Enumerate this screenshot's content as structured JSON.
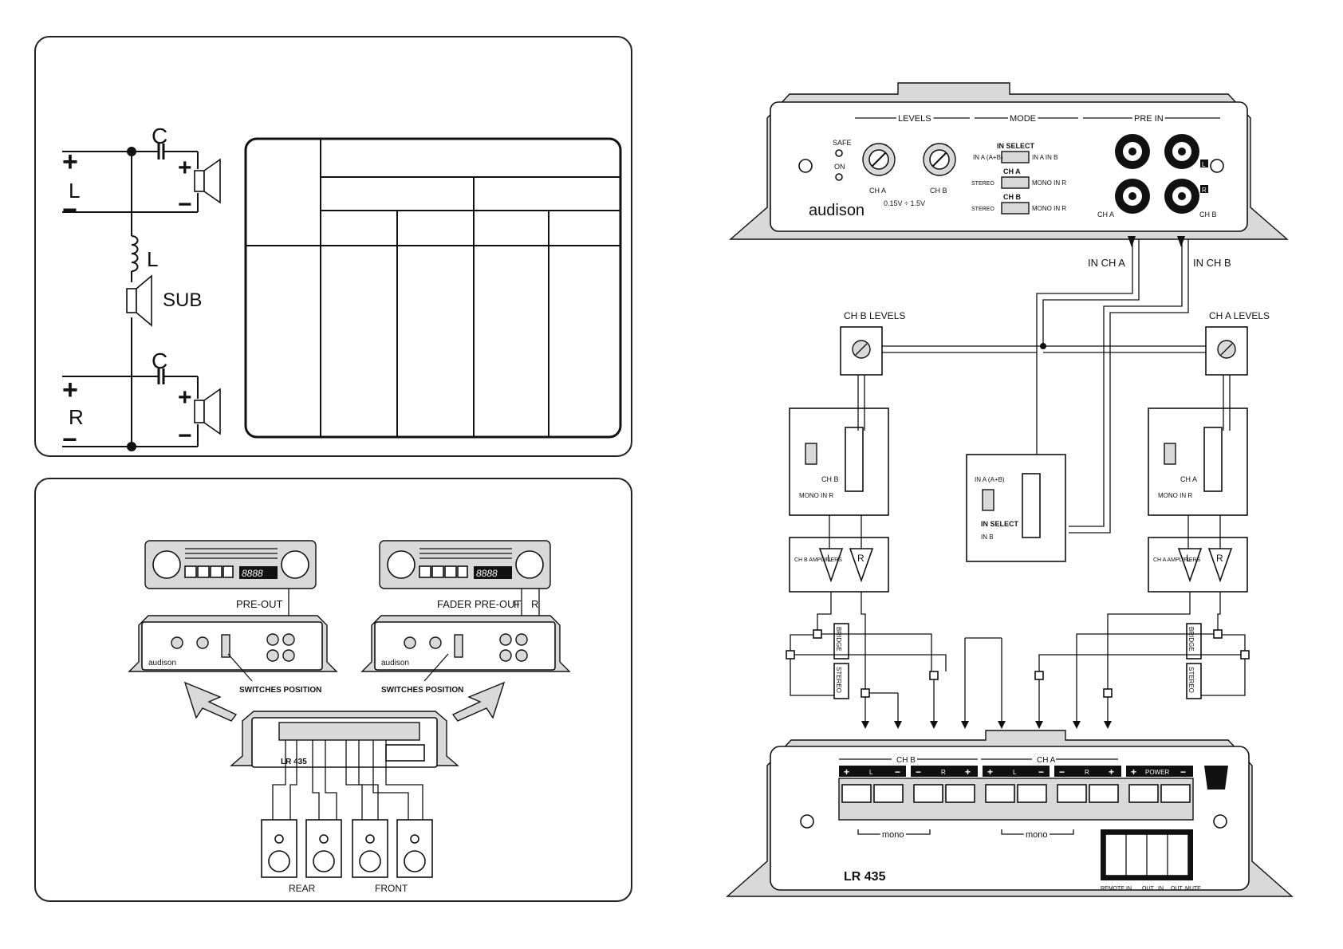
{
  "crossover": {
    "left_plus": "+",
    "left_label": "L",
    "left_minus": "−",
    "cap_top": "C",
    "coil_label": "L",
    "sub_label": "SUB",
    "cap_bottom": "C",
    "right_plus": "+",
    "right_label": "R",
    "right_minus": "−",
    "spk_plus": "+",
    "spk_minus": "−"
  },
  "setups": {
    "pre_out": "PRE-OUT",
    "fader_pre_out": "FADER PRE-OUT",
    "fader_f": "F",
    "fader_r": "R",
    "switches_position": "SWITCHES POSITION",
    "display": "8888",
    "brand": "audison",
    "model": "LR 435",
    "rear": "REAR",
    "front": "FRONT"
  },
  "amp_top": {
    "levels": "LEVELS",
    "mode": "MODE",
    "pre_in": "PRE IN",
    "safe": "SAFE",
    "on": "ON",
    "ch_a": "CH A",
    "ch_b": "CH B",
    "range": "0.15V ÷ 1.5V",
    "in_select": "IN SELECT",
    "in_a_ab": "IN A (A+B)",
    "in_a_in_b": "IN A IN B",
    "stereo": "STEREO",
    "mono_in_r": "MONO IN R",
    "brand": "audison",
    "jack_l": "L",
    "jack_r": "R"
  },
  "schematic": {
    "in_ch_a": "IN CH A",
    "in_ch_b": "IN CH B",
    "ch_b_levels": "CH B LEVELS",
    "ch_a_levels": "CH A LEVELS",
    "ch_b_amplifiers": "CH B AMPLIFIERS",
    "ch_a_amplifiers": "CH A AMPLIFIERS",
    "amp_l": "L",
    "amp_r": "R",
    "bridge": "BRIDGE",
    "stereo": "STEREO",
    "ch_b_switch": "CH B",
    "ch_a_switch": "CH A",
    "mono_in_r": "MONO IN R",
    "in_select": "IN SELECT",
    "in_a_ab": "IN A (A+B)",
    "in_b": "IN B"
  },
  "amp_bottom": {
    "ch_b": "CH B",
    "ch_a": "CH A",
    "power": "POWER",
    "plus": "+",
    "minus": "−",
    "l": "L",
    "r": "R",
    "mono": "mono",
    "model": "LR 435",
    "remote": "REMOTE",
    "in": "IN",
    "out": "OUT",
    "mute": "MUTE"
  }
}
